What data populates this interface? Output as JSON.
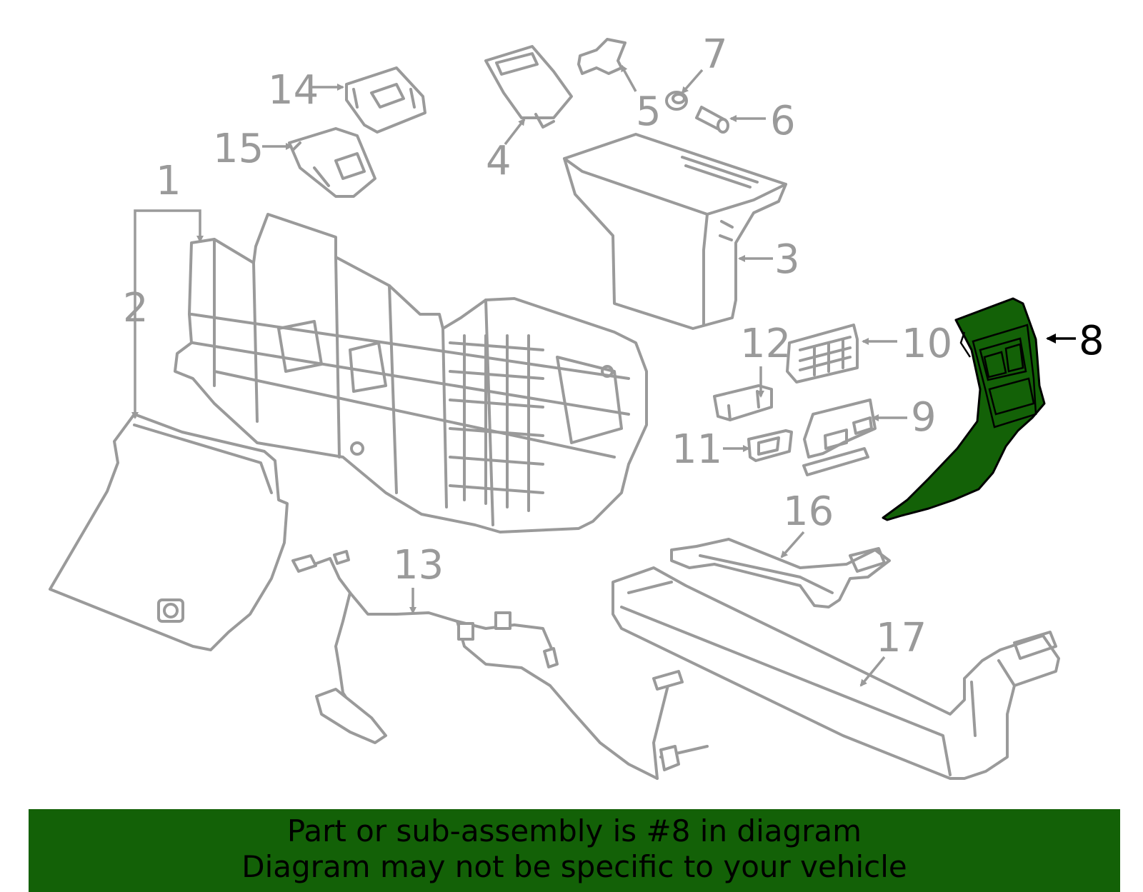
{
  "diagram": {
    "selected_part": "8",
    "highlight_color": "#136107",
    "line_color": "#9a9a9a",
    "callouts": {
      "c1": "1",
      "c2": "2",
      "c3": "3",
      "c4": "4",
      "c5": "5",
      "c6": "6",
      "c7": "7",
      "c8": "8",
      "c9": "9",
      "c10": "10",
      "c11": "11",
      "c12": "12",
      "c13": "13",
      "c14": "14",
      "c15": "15",
      "c16": "16",
      "c17": "17"
    }
  },
  "banner": {
    "line1": "Part or sub-assembly is #8 in diagram",
    "line2": "Diagram may not be specific to your vehicle"
  }
}
